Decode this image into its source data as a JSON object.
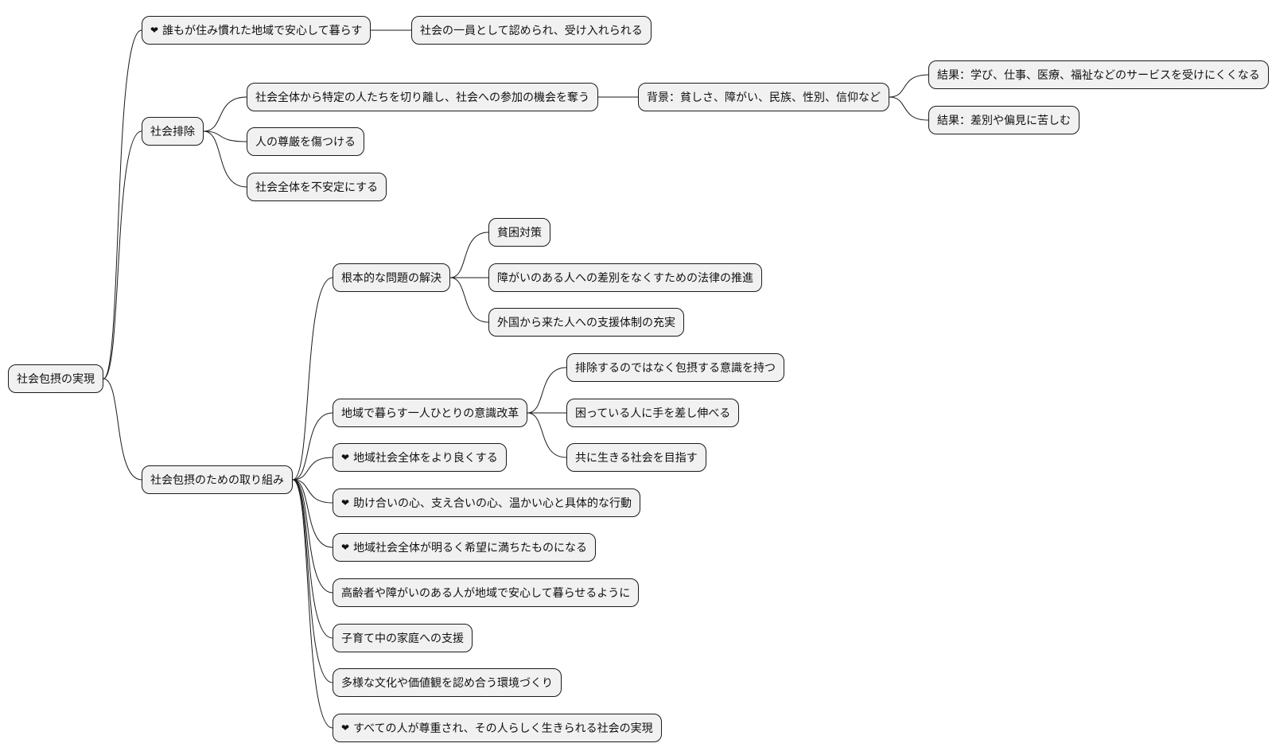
{
  "diagram": {
    "heart_glyph": "❤",
    "root": {
      "label": "社会包摂の実現"
    },
    "branch_live": {
      "label": "誰もが住み慣れた地域で安心して暮らす",
      "children": [
        "社会の一員として認められ、受け入れられる"
      ]
    },
    "branch_exclusion": {
      "label": "社会排除",
      "deprive": "社会全体から特定の人たちを切り離し、社会への参加の機会を奪う",
      "background": "背景：貧しさ、障がい、民族、性別、信仰など",
      "results": [
        "結果：学び、仕事、医療、福祉などのサービスを受けにくくなる",
        "結果：差別や偏見に苦しむ"
      ],
      "dignity": "人の尊厳を傷つける",
      "unstable": "社会全体を不安定にする"
    },
    "branch_inclusion": {
      "label": "社会包摂のための取り組み",
      "root_cause": {
        "label": "根本的な問題の解決",
        "children": [
          "貧困対策",
          "障がいのある人への差別をなくすための法律の推進",
          "外国から来た人への支援体制の充実"
        ]
      },
      "awareness": {
        "label": "地域で暮らす一人ひとりの意識改革",
        "children": [
          "排除するのではなく包摂する意識を持つ",
          "困っている人に手を差し伸べる",
          "共に生きる社会を目指す"
        ]
      },
      "better_community": "地域社会全体をより良くする",
      "mutual_help": "助け合いの心、支え合いの心、温かい心と具体的な行動",
      "bright_community": "地域社会全体が明るく希望に満ちたものになる",
      "elderly_disabled": "高齢者や障がいのある人が地域で安心して暮らせるように",
      "child_rearing": "子育て中の家庭への支援",
      "diversity": "多様な文化や価値観を認め合う環境づくり",
      "respect_all": "すべての人が尊重され、その人らしく生きられる社会の実現"
    }
  }
}
